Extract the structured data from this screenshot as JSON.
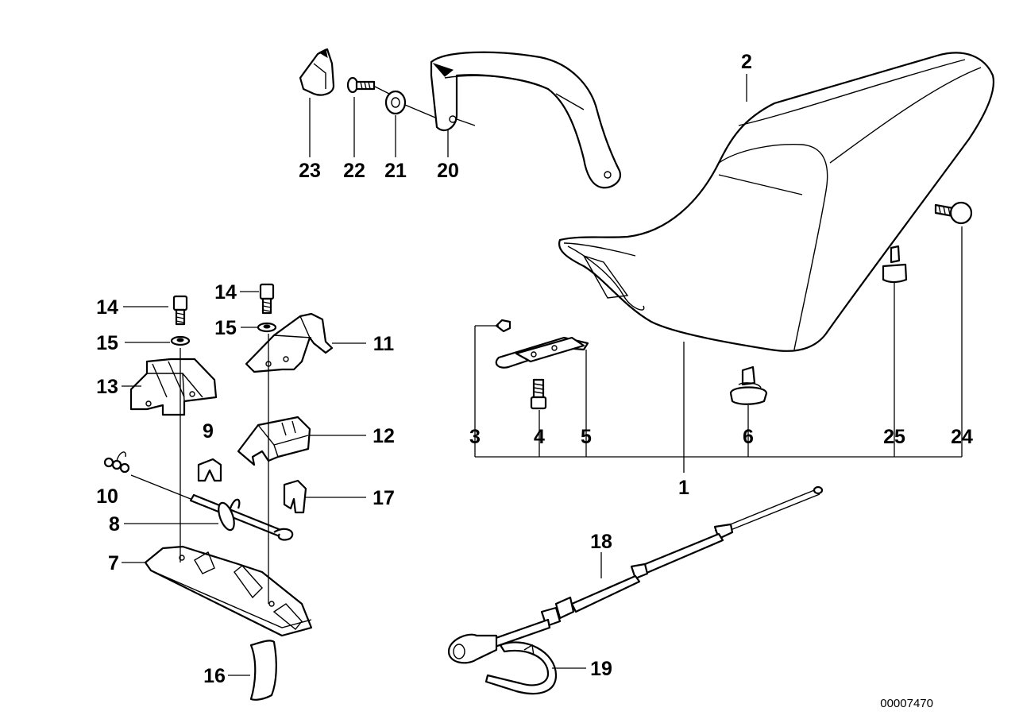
{
  "diagram": {
    "document_number": "00007470",
    "callouts": [
      {
        "id": "c1",
        "text": "1"
      },
      {
        "id": "c2",
        "text": "2"
      },
      {
        "id": "c3",
        "text": "3"
      },
      {
        "id": "c4",
        "text": "4"
      },
      {
        "id": "c5",
        "text": "5"
      },
      {
        "id": "c6",
        "text": "6"
      },
      {
        "id": "c7",
        "text": "7"
      },
      {
        "id": "c8",
        "text": "8"
      },
      {
        "id": "c9",
        "text": "9"
      },
      {
        "id": "c10",
        "text": "10"
      },
      {
        "id": "c11",
        "text": "11"
      },
      {
        "id": "c12",
        "text": "12"
      },
      {
        "id": "c13",
        "text": "13"
      },
      {
        "id": "c14a",
        "text": "14"
      },
      {
        "id": "c14b",
        "text": "14"
      },
      {
        "id": "c15a",
        "text": "15"
      },
      {
        "id": "c15b",
        "text": "15"
      },
      {
        "id": "c16",
        "text": "16"
      },
      {
        "id": "c17",
        "text": "17"
      },
      {
        "id": "c18",
        "text": "18"
      },
      {
        "id": "c19",
        "text": "19"
      },
      {
        "id": "c20",
        "text": "20"
      },
      {
        "id": "c21",
        "text": "21"
      },
      {
        "id": "c22",
        "text": "22"
      },
      {
        "id": "c23",
        "text": "23"
      },
      {
        "id": "c24",
        "text": "24"
      },
      {
        "id": "c25",
        "text": "25"
      }
    ]
  }
}
